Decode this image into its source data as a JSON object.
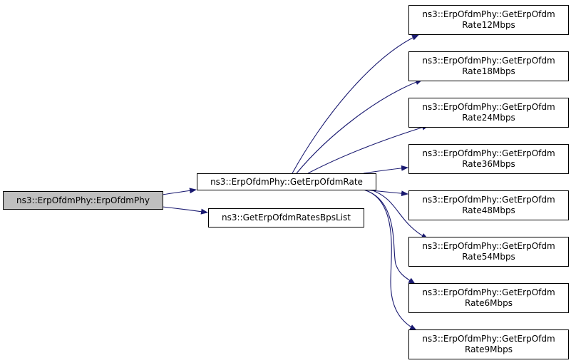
{
  "graph": {
    "root": {
      "label": "ns3::ErpOfdmPhy::ErpOfdmPhy"
    },
    "callees": [
      {
        "label": "ns3::ErpOfdmPhy::GetErpOfdmRate"
      },
      {
        "label": "ns3::GetErpOfdmRatesBpsList"
      }
    ],
    "rates": [
      {
        "line1": "ns3::ErpOfdmPhy::GetErpOfdm",
        "line2": "Rate12Mbps"
      },
      {
        "line1": "ns3::ErpOfdmPhy::GetErpOfdm",
        "line2": "Rate18Mbps"
      },
      {
        "line1": "ns3::ErpOfdmPhy::GetErpOfdm",
        "line2": "Rate24Mbps"
      },
      {
        "line1": "ns3::ErpOfdmPhy::GetErpOfdm",
        "line2": "Rate36Mbps"
      },
      {
        "line1": "ns3::ErpOfdmPhy::GetErpOfdm",
        "line2": "Rate48Mbps"
      },
      {
        "line1": "ns3::ErpOfdmPhy::GetErpOfdm",
        "line2": "Rate54Mbps"
      },
      {
        "line1": "ns3::ErpOfdmPhy::GetErpOfdm",
        "line2": "Rate6Mbps"
      },
      {
        "line1": "ns3::ErpOfdmPhy::GetErpOfdm",
        "line2": "Rate9Mbps"
      }
    ],
    "edge_color": "#191970"
  }
}
